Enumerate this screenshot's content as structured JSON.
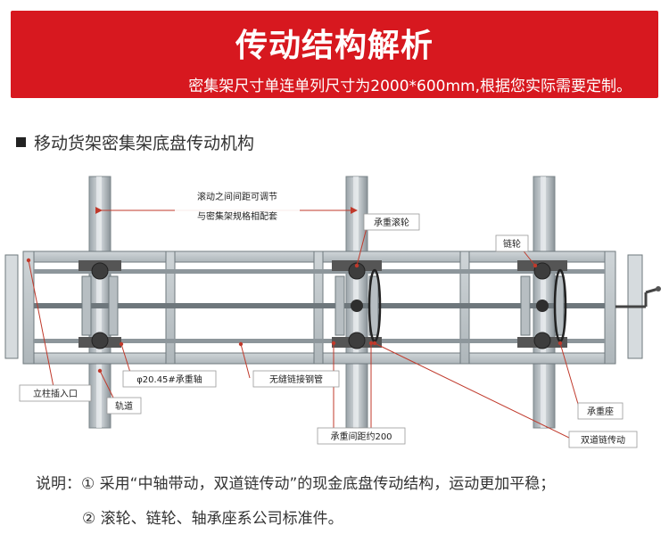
{
  "banner": {
    "title": "传动结构解析",
    "subtitle": "密集架尺寸单连单列尺寸为2000*600mm,根据您实际需要定制。"
  },
  "section": {
    "title": "移动货架密集架底盘传动机构"
  },
  "diagram": {
    "labels": {
      "spacing_line1": "滚动之间间距可调节",
      "spacing_line2": "与密集架规格相配套",
      "load_roller": "承重滚轮",
      "sprocket": "链轮",
      "column_slot": "立柱插入口",
      "track": "轨道",
      "axle": "φ20.45#承重轴",
      "seamless_tube": "无缝链接钢管",
      "bearing_seat": "承重座",
      "load_spacing": "承重间距约200",
      "dual_chain": "双道链传动"
    }
  },
  "notes": {
    "line1": "说明：① 采用“中轴带动，双道链传动”的现金底盘传动结构，运动更加平稳；",
    "line2": "② 滚轮、链轮、轴承座系公司标准件。"
  }
}
